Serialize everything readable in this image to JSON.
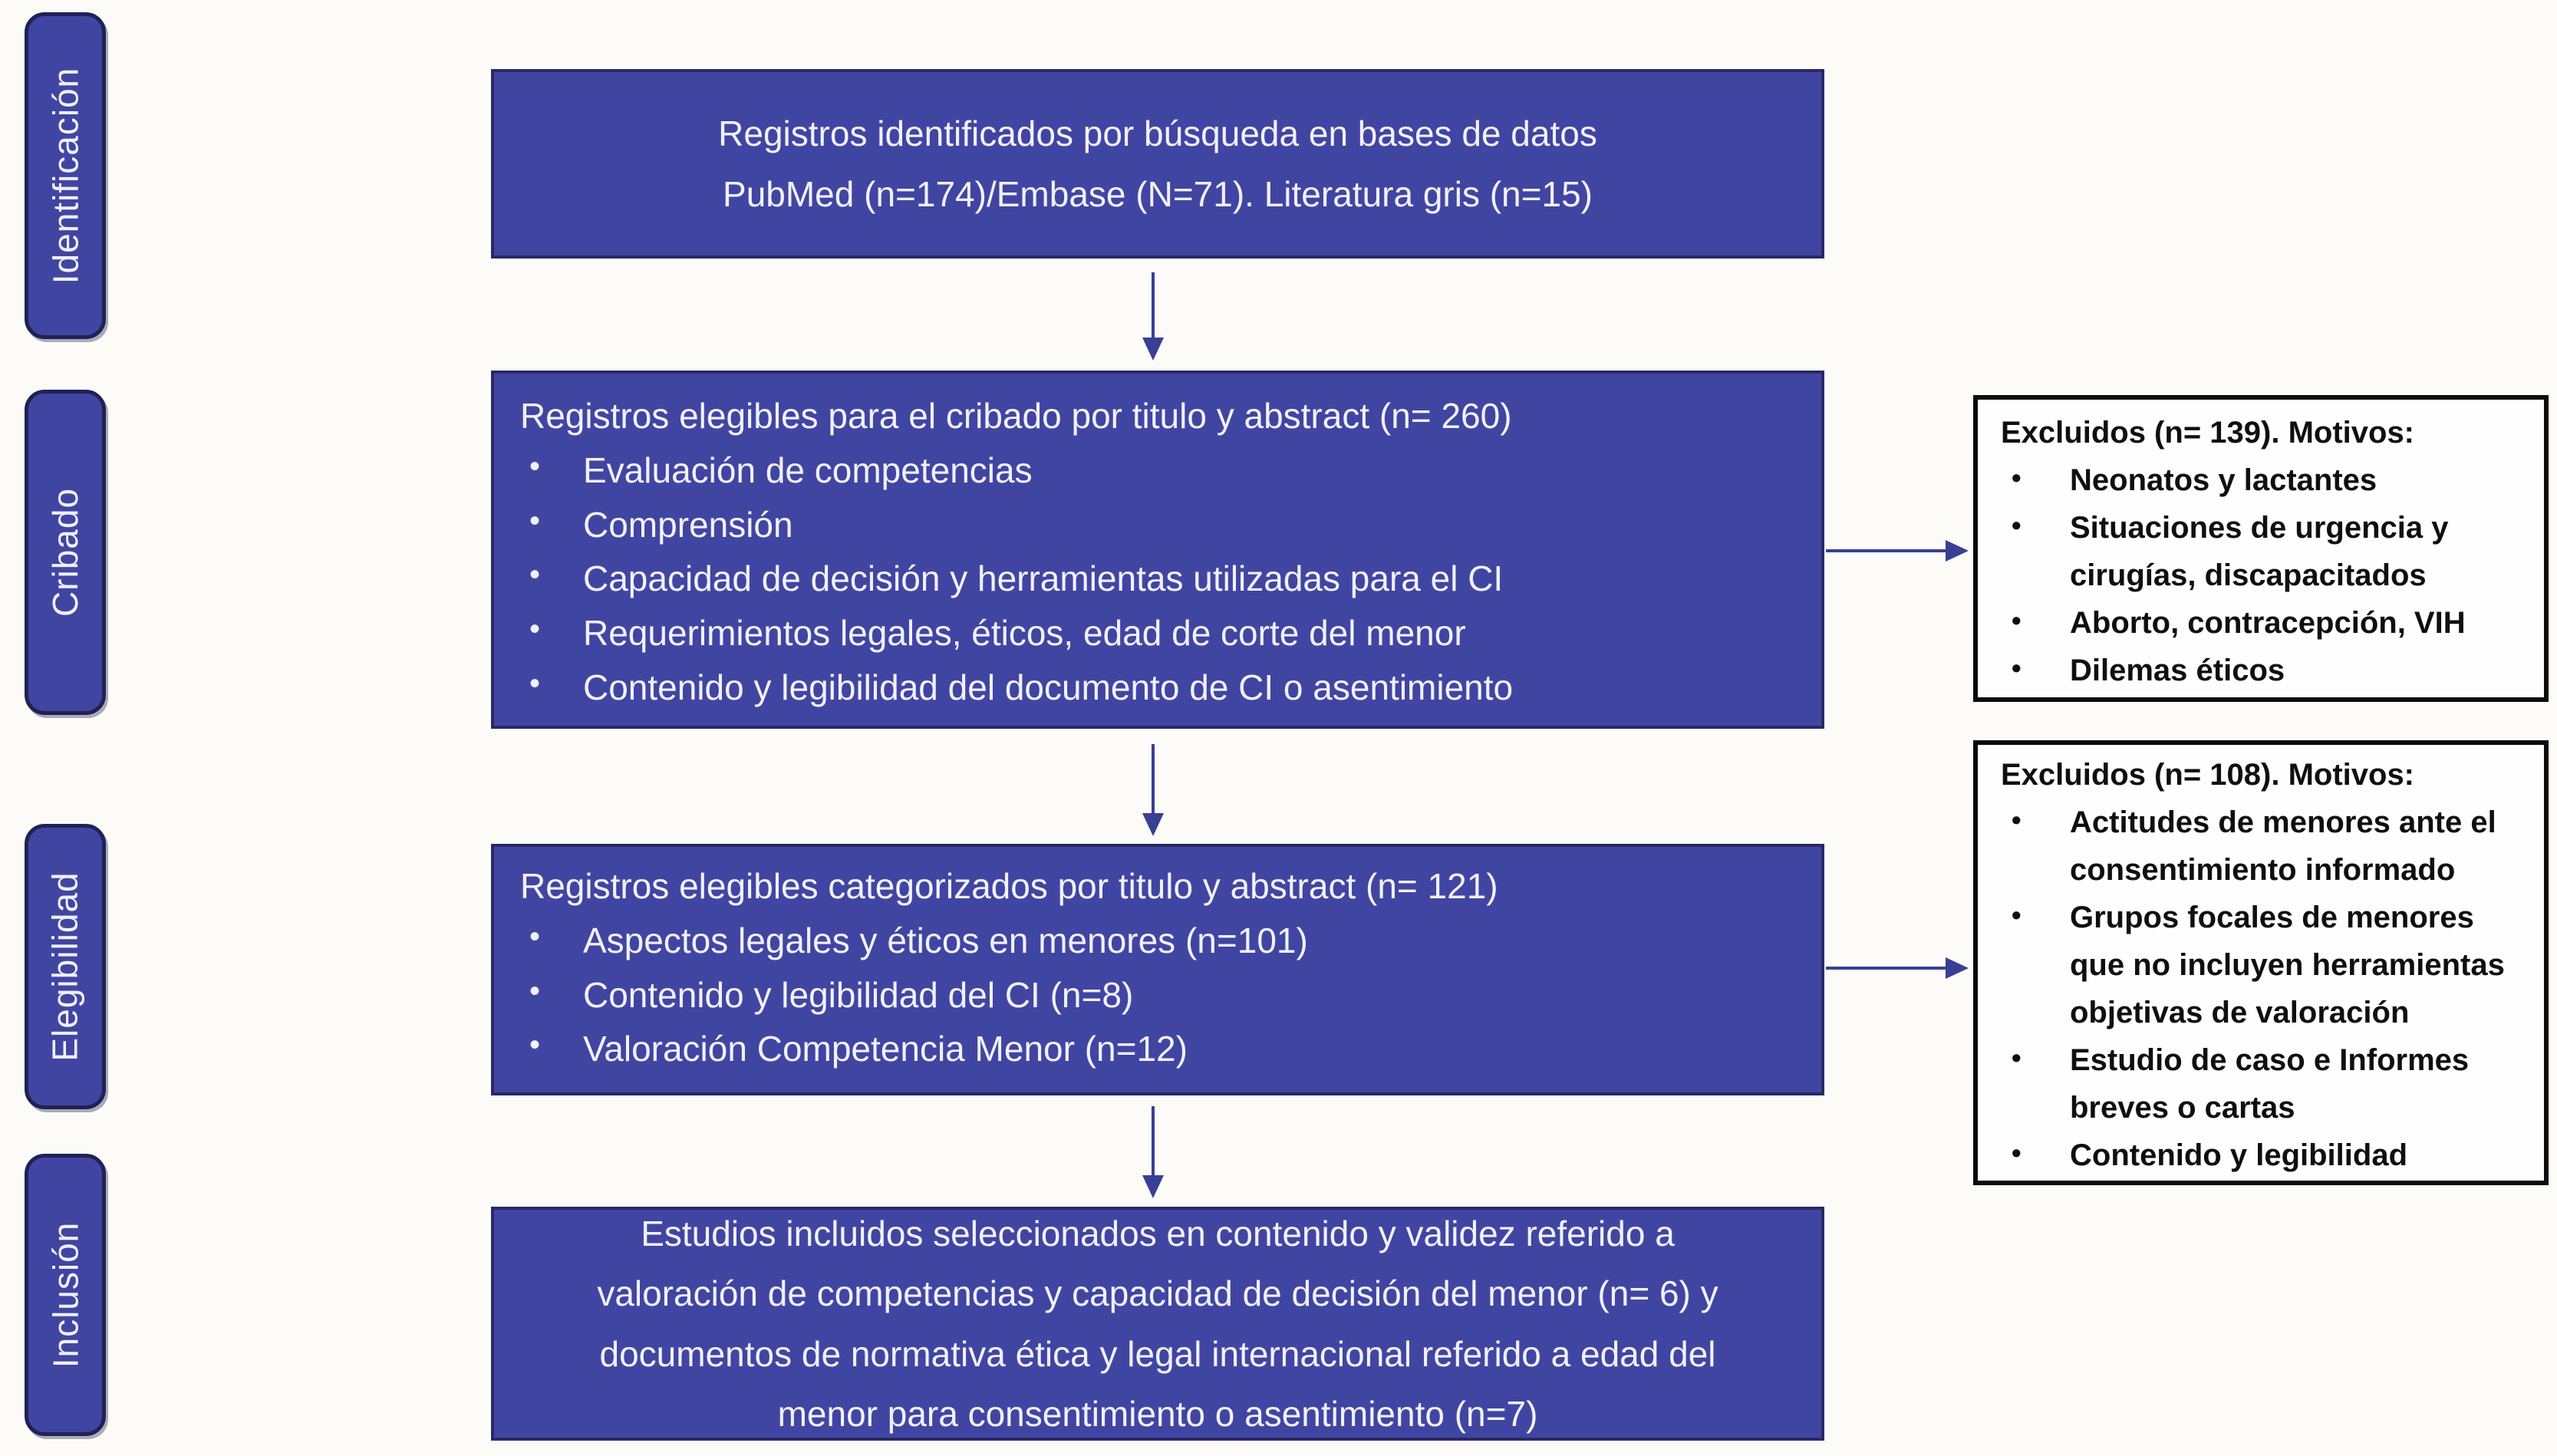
{
  "diagram": {
    "kind": "PRISMA-style systematic review flow diagram",
    "language": "es"
  },
  "colors": {
    "box_fill": "#4145a2",
    "box_border": "#272a66",
    "stage_border": "#1f2257",
    "box_text": "#f0f1f9",
    "exclusion_border": "#0c0c0c",
    "exclusion_bg": "#fefefe",
    "exclusion_text": "#0f0f0f",
    "arrow": "#383f95",
    "page_bg": "#fcfbf8"
  },
  "glyphs": {
    "bullet": "•"
  },
  "sidebar": {
    "items": [
      {
        "id": "identificacion",
        "label": "Identificación"
      },
      {
        "id": "cribado",
        "label": "Cribado"
      },
      {
        "id": "elegibilidad",
        "label": "Elegibilidad"
      },
      {
        "id": "inclusion",
        "label": "Inclusión"
      }
    ]
  },
  "flow": {
    "identification_box": {
      "text": "Registros identificados por búsqueda en bases de datos\nPubMed (n=174)/Embase (N=71). Literatura gris (n=15)"
    },
    "screening_box": {
      "title": "Registros elegibles para el cribado  por titulo y abstract  (n= 260)",
      "bullets": [
        "Evaluación de competencias",
        "Comprensión",
        "Capacidad de decisión  y herramientas utilizadas para el CI",
        "Requerimientos legales, éticos, edad de corte del menor",
        "Contenido y legibilidad del documento de CI o asentimiento"
      ]
    },
    "eligibility_box": {
      "title": "Registros elegibles categorizados por titulo y abstract (n= 121)",
      "bullets": [
        "Aspectos legales y éticos en menores (n=101)",
        "Contenido y legibilidad del CI (n=8)",
        "Valoración Competencia Menor (n=12)"
      ]
    },
    "inclusion_box": {
      "text": "Estudios incluidos seleccionados en contenido y validez referido a\nvaloración de competencias y capacidad de decisión del menor (n= 6) y\ndocumentos de normativa ética y legal internacional referido a edad del\nmenor para consentimiento o asentimiento (n=7)"
    }
  },
  "exclusions": [
    {
      "title": "Excluidos (n= 139). Motivos:",
      "bullets": [
        "Neonatos y lactantes",
        "Situaciones de urgencia y\ncirugías, discapacitados",
        "Aborto, contracepción, VIH",
        "Dilemas éticos"
      ]
    },
    {
      "title": "Excluidos (n= 108). Motivos:",
      "bullets": [
        "Actitudes de menores ante el\nconsentimiento informado",
        "Grupos focales de menores\nque no incluyen herramientas\nobjetivas de valoración",
        "Estudio de caso e Informes\nbreves o cartas",
        "Contenido y legibilidad"
      ]
    }
  ]
}
